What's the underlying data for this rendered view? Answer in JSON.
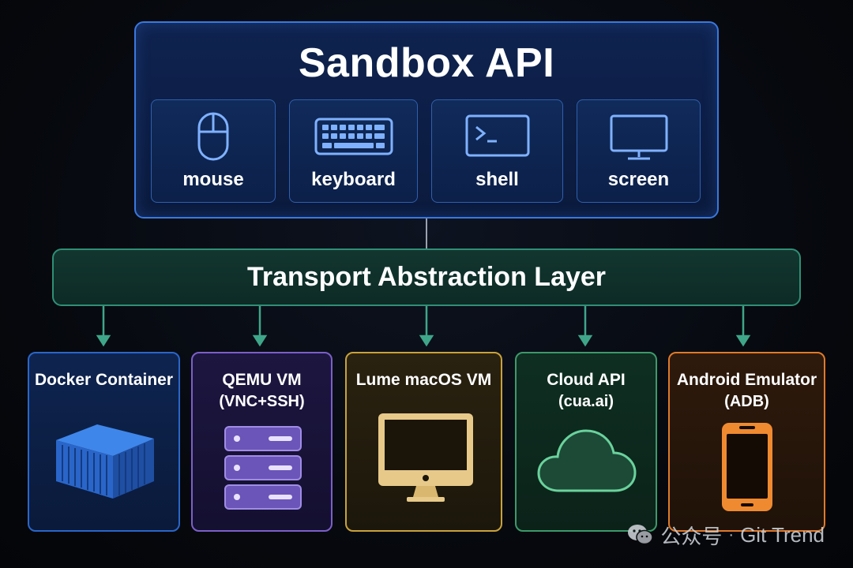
{
  "api": {
    "title": "Sandbox API",
    "tiles": [
      {
        "label": "mouse",
        "icon": "mouse-icon"
      },
      {
        "label": "keyboard",
        "icon": "keyboard-icon"
      },
      {
        "label": "shell",
        "icon": "terminal-icon"
      },
      {
        "label": "screen",
        "icon": "monitor-icon"
      }
    ]
  },
  "transport": {
    "label": "Transport Abstraction Layer"
  },
  "backends": [
    {
      "title": "Docker Container",
      "subtitle": "",
      "icon": "container-icon",
      "color": "#2a66c9"
    },
    {
      "title": "QEMU VM",
      "subtitle": "(VNC+SSH)",
      "icon": "server-stack-icon",
      "color": "#7c5fc9"
    },
    {
      "title": "Lume macOS VM",
      "subtitle": "",
      "icon": "desktop-computer-icon",
      "color": "#c9a23a"
    },
    {
      "title": "Cloud API",
      "subtitle": "(cua.ai)",
      "icon": "cloud-icon",
      "color": "#3d9a6a"
    },
    {
      "title": "Android Emulator",
      "subtitle": "(ADB)",
      "icon": "smartphone-icon",
      "color": "#e07a2a"
    }
  ],
  "watermark": {
    "source": "公众号",
    "separator": "·",
    "name": "Git Trend"
  },
  "colors": {
    "api_border": "#3a78e0",
    "transport_border": "#2f8f76",
    "connector": "#3fa68a"
  }
}
